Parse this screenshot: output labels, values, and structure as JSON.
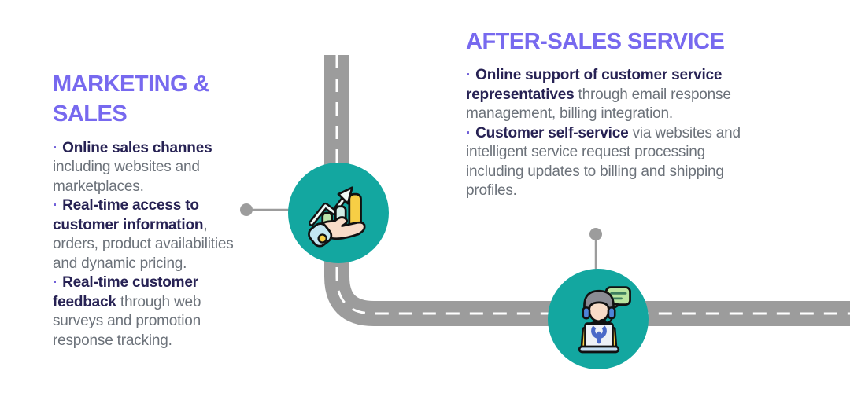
{
  "bullet_char": "·",
  "colors": {
    "heading_purple": "#7769EF",
    "bold_navy": "#272254",
    "body_gray": "#6C727A",
    "milestone_teal": "#13A7A0",
    "road_gray": "#9C9C9C",
    "road_dash_white": "#FFFFFF",
    "icon_yellow": "#F7CE45",
    "icon_green": "#BCE4AB",
    "icon_light_blue": "#C3E6F2",
    "icon_skin": "#F8DCC8"
  },
  "sections": [
    {
      "title": "MARKETING & SALES",
      "icon": "growth-chart-in-hand",
      "items": [
        {
          "bold": "Online sales channes",
          "rest": " including websites and marketplaces."
        },
        {
          "bold": "Real-time access to customer information",
          "rest": ", orders, product availabilities and dynamic pricing."
        },
        {
          "bold": "Real-time customer feedback",
          "rest": " through web surveys and promotion response tracking."
        }
      ]
    },
    {
      "title": "AFTER-SALES SERVICE",
      "icon": "customer-support-agent",
      "items": [
        {
          "bold": "Online support of customer service representatives",
          "rest": " through email response management, billing integration."
        },
        {
          "bold": "Customer self-service",
          "rest": " via websites and intelligent service request processing including updates to billing and shipping profiles."
        }
      ]
    }
  ]
}
